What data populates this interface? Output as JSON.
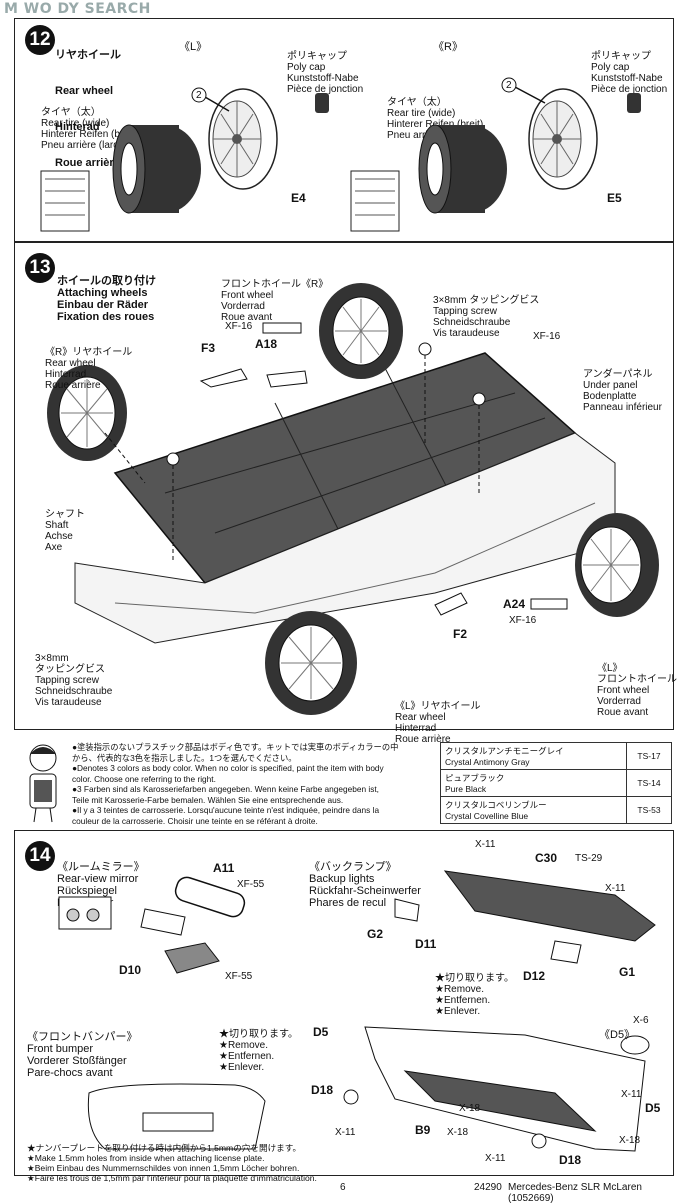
{
  "watermark": "M  WO  DY SEARCH",
  "step12": {
    "number": "12",
    "title_ja": "リヤホイール",
    "title": [
      "Rear wheel",
      "Hinterad",
      "Roue arrière"
    ],
    "left_mark": "《L》",
    "right_mark": "《R》",
    "polycap": [
      "ポリキャップ",
      "Poly cap",
      "Kunststoff-Nabe",
      "Pièce de jonction"
    ],
    "tire": [
      "タイヤ（太）",
      "Rear tire (wide)",
      "Hinterer Reifen (breit)",
      "Pneu arrière (large)"
    ],
    "callout": "2",
    "part_left": "E4",
    "part_right": "E5"
  },
  "step13": {
    "number": "13",
    "title": [
      "ホイールの取り付け",
      "Attaching wheels",
      "Einbau der Räder",
      "Fixation des roues"
    ],
    "front_wheel_r": [
      "フロントホイール《R》",
      "Front wheel",
      "Vorderrad",
      "Roue avant"
    ],
    "screw_top": [
      "3×8mm タッピングビス",
      "Tapping screw",
      "Schneidschraube",
      "Vis taraudeuse"
    ],
    "xf16_a": "XF-16",
    "xf16_b": "XF-16",
    "xf16_c": "XF-16",
    "rear_wheel_r": [
      "《R》リヤホイール",
      "Rear wheel",
      "Hinterrad",
      "Roue arrière"
    ],
    "under_panel": [
      "アンダーパネル",
      "Under panel",
      "Bodenplatte",
      "Panneau inférieur"
    ],
    "shaft": [
      "シャフト",
      "Shaft",
      "Achse",
      "Axe"
    ],
    "screw_bottom": [
      "3×8mm",
      "タッピングビス",
      "Tapping screw",
      "Schneidschraube",
      "Vis taraudeuse"
    ],
    "front_wheel_l": [
      "《L》",
      "フロントホイール",
      "Front wheel",
      "Vorderrad",
      "Roue avant"
    ],
    "rear_wheel_l": [
      "《L》リヤホイール",
      "Rear wheel",
      "Hinterrad",
      "Roue arrière"
    ],
    "parts": {
      "f3": "F3",
      "a18": "A18",
      "a24": "A24",
      "f2": "F2"
    }
  },
  "paint_notes": [
    "●塗装指示のないプラスチック部品はボディ色です。キットでは実車のボディカラーの中",
    "から、代表的な3色を指示しました。1つを選んでください。",
    "●Denotes 3 colors as body color. When no color is specified, paint the item with body",
    "color. Choose one referring to the right.",
    "●3 Farben sind als Karosseriefarben angegeben. Wenn keine Farbe angegeben ist,",
    "Teile mit Karosserie-Farbe bemalen. Wählen Sie eine entsprechende aus.",
    "●Il y a 3 teintes de carrosserie. Lorsqu'aucune teinte n'est indiquée, peindre dans la",
    "couleur de la carrosserie. Choisir une teinte en se référant à droite."
  ],
  "paint_table": [
    {
      "ja": "クリスタルアンチモニーグレイ",
      "en": "Crystal Antimony Gray",
      "code": "TS-17"
    },
    {
      "ja": "ピュアブラック",
      "en": "Pure Black",
      "code": "TS-14"
    },
    {
      "ja": "クリスタルコベリンブルー",
      "en": "Crystal Covelline Blue",
      "code": "TS-53"
    }
  ],
  "step14": {
    "number": "14",
    "mirror": [
      "《ルームミラー》",
      "Rear-view mirror",
      "Rückspiegel",
      "Rétroviseur"
    ],
    "backup": [
      "《バックランプ》",
      "Backup lights",
      "Rückfahr-Scheinwerfer",
      "Phares de recul"
    ],
    "bumper": [
      "《フロントバンパー》",
      "Front bumper",
      "Vorderer Stoßfänger",
      "Pare-chocs avant"
    ],
    "remove": [
      "★切り取ります。",
      "★Remove.",
      "★Entfernen.",
      "★Enlever."
    ],
    "remove2": [
      "★切り取ります。",
      "★Remove.",
      "★Entfernen.",
      "★Enlever."
    ],
    "plate_note": [
      "★ナンバープレートを取り付ける時は内側から1,5mmの穴を開けます。",
      "★Make 1.5mm holes from inside when attaching license plate.",
      "★Beim Einbau des Nummernschildes von innen 1,5mm Löcher bohren.",
      "★Faire les trous de 1,5mm par l'intérieur pour la plaquette d'immatriculation."
    ],
    "parts": {
      "a11": "A11",
      "xf55a": "XF-55",
      "xf55b": "XF-55",
      "d10": "D10",
      "c30": "C30",
      "ts29": "TS-29",
      "x11a": "X-11",
      "x11b": "X-11",
      "g2": "G2",
      "d11": "D11",
      "d12": "D12",
      "g1": "G1",
      "d5a": "D5",
      "d5mark": "《D5》",
      "x6": "X-6",
      "d18a": "D18",
      "x11c": "X-11",
      "x11d": "X-11",
      "x18a": "X-18",
      "b9": "B9",
      "x18b": "X-18",
      "x11e": "X-11",
      "d5b": "D5",
      "d18b": "D18",
      "x18c": "X-18"
    }
  },
  "footer": {
    "page": "6",
    "code": "24290",
    "title": "Mercedes-Benz SLR McLaren (1052669)"
  }
}
